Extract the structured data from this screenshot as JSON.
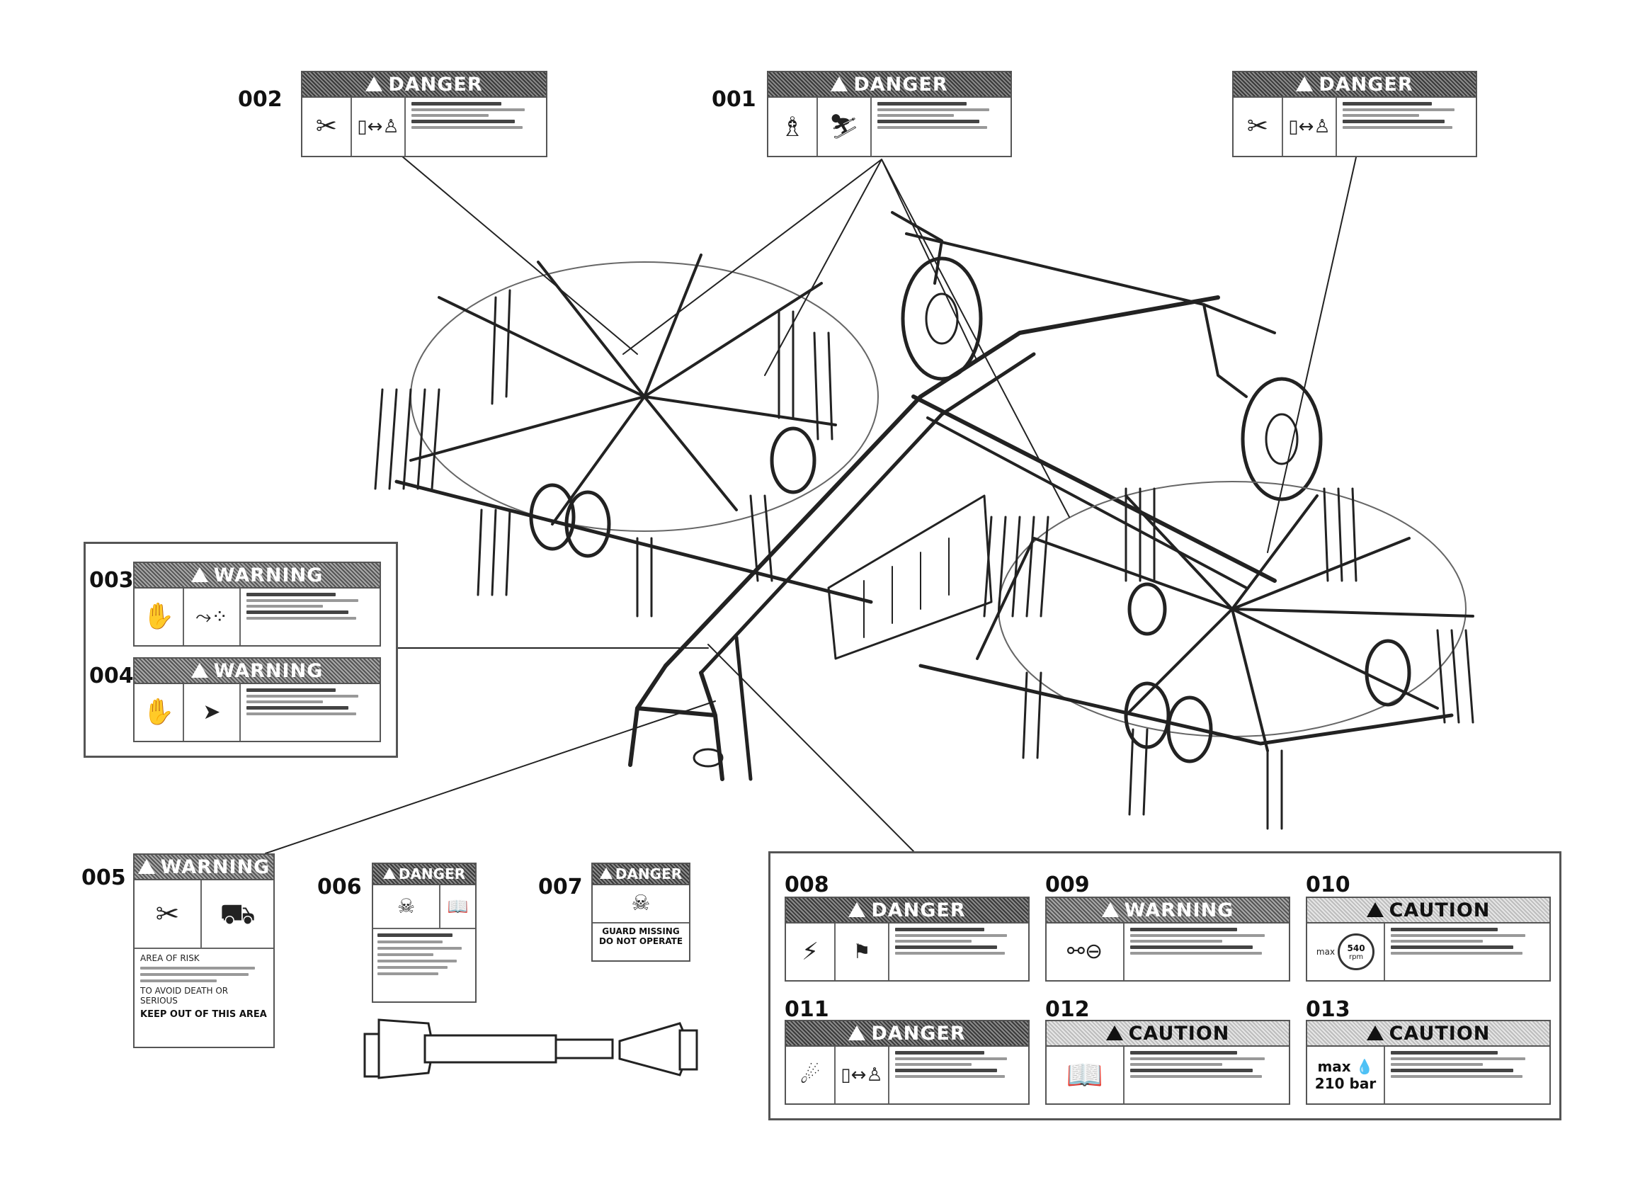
{
  "decals": [
    {
      "id": "002",
      "signal": "DANGER"
    },
    {
      "id": "001",
      "signal": "DANGER"
    },
    {
      "id": "",
      "signal": "DANGER"
    },
    {
      "id": "003",
      "signal": "WARNING"
    },
    {
      "id": "004",
      "signal": "WARNING"
    },
    {
      "id": "005",
      "signal": "WARNING",
      "lines": [
        "AREA OF RISK",
        "TO AVOID DEATH OR SERIOUS",
        "KEEP OUT OF THIS AREA"
      ]
    },
    {
      "id": "006",
      "signal": "DANGER"
    },
    {
      "id": "007",
      "signal": "DANGER",
      "lines": [
        "GUARD MISSING",
        "DO NOT OPERATE"
      ]
    },
    {
      "id": "008",
      "signal": "DANGER"
    },
    {
      "id": "009",
      "signal": "WARNING"
    },
    {
      "id": "010",
      "signal": "CAUTION",
      "pictogram": {
        "label": "max",
        "value": "540",
        "unit": "rpm"
      }
    },
    {
      "id": "011",
      "signal": "DANGER"
    },
    {
      "id": "012",
      "signal": "CAUTION"
    },
    {
      "id": "013",
      "signal": "CAUTION",
      "pictogram": {
        "label": "max",
        "value": "210 bar"
      }
    }
  ]
}
